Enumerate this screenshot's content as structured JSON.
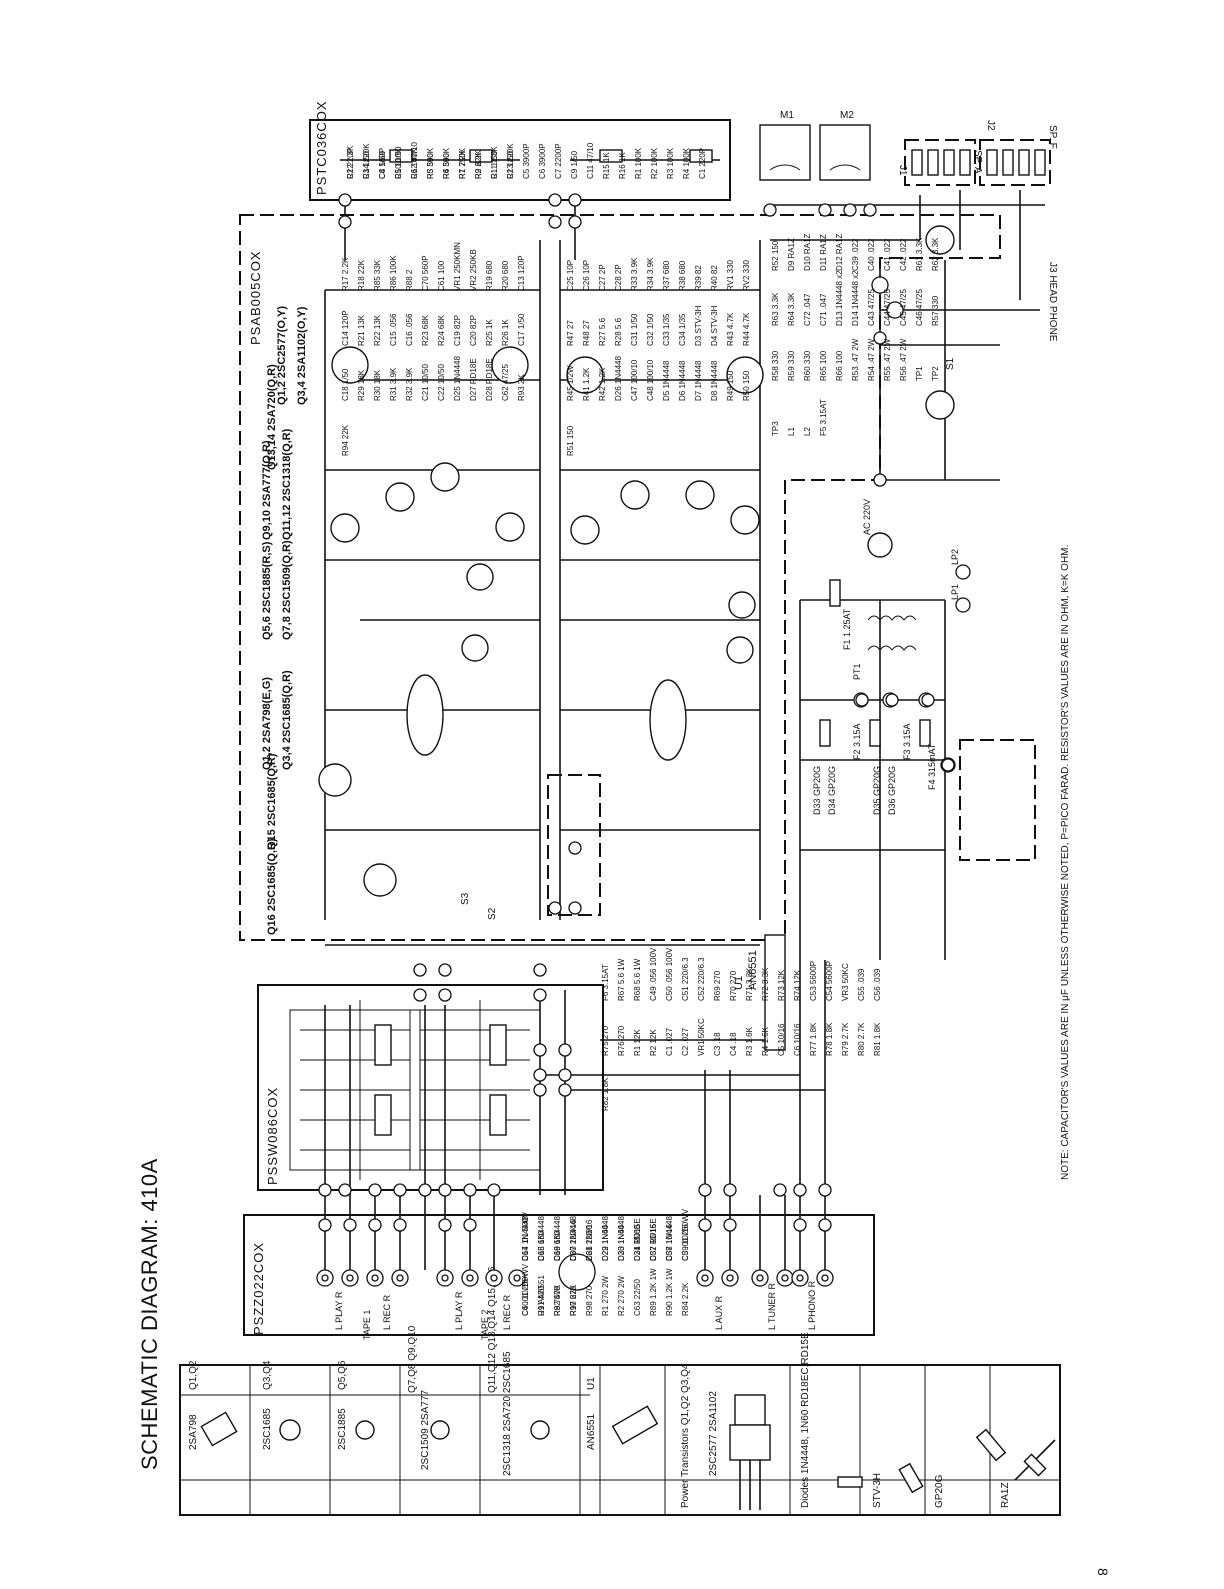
{
  "title": "SCHEMATIC DIAGRAM: 410A",
  "page_number": "8",
  "note": "NOTE: CAPACITOR'S VALUES ARE IN μF UNLESS OTHERWISE NOTED, P=PICO FARAD. RESISTOR'S VALUES ARE IN OHM, K=K OHM.",
  "blocks": {
    "input_board": "PSZZ022COX",
    "selector_board": "PSSW086COX",
    "amp_board": "PSAB005COX",
    "tone_board": "PSTC036COX"
  },
  "parts_legend": {
    "rows": [
      {
        "label": "Q1,Q2",
        "part": "2SA798"
      },
      {
        "label": "Q3,Q4",
        "part": "2SC1685"
      },
      {
        "label": "Q5,Q6",
        "part": "2SC1885"
      },
      {
        "label": "Q7,Q8 Q9,Q10",
        "part": "2SC1509 2SA777"
      },
      {
        "label": "Q11,Q12 Q13,Q14 Q15,Q16",
        "part": "2SC1318 2SA720 2SC1685"
      },
      {
        "label": "U1",
        "part": "AN6551"
      },
      {
        "label": "Power Transistors Q1,Q2 Q3,Q4",
        "part": "2SC2577 2SA1102"
      },
      {
        "label": "Diodes 1N4448, 1N60 RD18EC,RD15E",
        "part": ""
      },
      {
        "label": "STV-3H",
        "part": ""
      },
      {
        "label": "GP20G",
        "part": ""
      },
      {
        "label": "RA1Z",
        "part": ""
      }
    ]
  },
  "inputs": {
    "jacks": [
      "L PLAY R",
      "L REC R",
      "TAPE 1",
      "L PLAY R",
      "L REC R",
      "TAPE 2",
      "L AUX R",
      "L TUNER R",
      "L PHONO R"
    ]
  },
  "transistor_labels": {
    "q1_2": "Q1,2 2SA798(E,G)",
    "q3_4": "Q3,4 2SC1685(Q,R)",
    "q5_6": "Q5,6 2SC1885(R,S)",
    "q7_8": "Q7,8 2SC1509(Q,R)",
    "q9_10": "Q9,10 2SA777(Q,R)",
    "q11_12": "Q11,12 2SC1318(Q,R)",
    "q13_14": "Q13,14 2SA720(Q,R)",
    "q15": "Q15 2SC1685(Q,R)",
    "q16": "Q16 2SC1685(Q,R)",
    "power_q1_2": "Q1,2 2SC2577(O,Y)",
    "power_q3_4": "Q3,4 2SA1102(O,Y)"
  },
  "ic": {
    "label": "U1",
    "part": "AN6551"
  },
  "outputs": {
    "meters": [
      "M1",
      "M2"
    ],
    "speakers": [
      "J1",
      "SP. A",
      "J2",
      "SP. F"
    ],
    "headphone": "J3 HEAD PHONE",
    "switches": [
      "S1",
      "S2",
      "S3"
    ]
  },
  "power_supply": {
    "ac": "AC 220V",
    "transformer": "PT1",
    "fuse_main": "F1 1.25AT",
    "fuses": [
      "F2 3.15A",
      "F3 3.15A",
      "F4 315mAT"
    ],
    "lamps": [
      "LP1",
      "LP2"
    ],
    "rectifier_diodes": [
      "D33 GP20G",
      "D34 GP20G",
      "D35 GP20G",
      "D36 GP20G"
    ]
  },
  "component_labels": [
    "R17 2.2K",
    "R18 22K",
    "R85 33K",
    "R86 100K",
    "R88 2",
    "C70 560P",
    "C61 100",
    "VR1 250KMN",
    "VR2 250KB",
    "R19 680",
    "R20 680",
    "C13 120P",
    "C14 120P",
    "R21 13K",
    "R22 13K",
    "C15 .056",
    "C16 .056",
    "R23 68K",
    "R24 68K",
    "C19 82P",
    "C20 82P",
    "R25 1K",
    "R26 1K",
    "C17 1/50",
    "C18 1/50",
    "R29 18K",
    "R30 18K",
    "R31 3.9K",
    "R32 3.9K",
    "C21 10/50",
    "C22 10/50",
    "D25 1N4448",
    "D27 RD18E",
    "D28 RD18E",
    "C62 47/25",
    "R93 2K",
    "R94 22K",
    "C25 10P",
    "C26 10P",
    "C27 2P",
    "C28 2P",
    "R33 3.9K",
    "R34 3.9K",
    "R37 680",
    "R38 680",
    "R39 82",
    "R40 82",
    "RV1 330",
    "RV2 330",
    "R47 27",
    "R48 27",
    "R27 5.6",
    "R28 5.6",
    "C31 1/50",
    "C32 1/50",
    "C33 1/35",
    "C34 1/35",
    "D3 STV-3H",
    "D4 STV-3H",
    "R43 4.7K",
    "R44 4.7K",
    "R45 1/2W",
    "R41 1.2K",
    "R42 1.2K",
    "D26 1N4448",
    "C47 100/10",
    "C48 100/10",
    "D5 1N4448",
    "D6 1N4448",
    "D7 1N4448",
    "D8 1N4448",
    "R49 150",
    "R50 150",
    "R51 150",
    "R52 150",
    "D9 RA1Z",
    "D10 RA1Z",
    "D11 RA1Z",
    "D12 RA1Z",
    "C39 .022",
    "C40 .022",
    "C41 .022",
    "C42 .022",
    "R61 3.3K",
    "R62 3.3K",
    "R63 3.3K",
    "R64 3.3K",
    "C72 .047",
    "C71 .047",
    "D13 1N4448 x2",
    "D14 1N4448 x2",
    "C43 47/25",
    "C44 47/25",
    "C45 47/25",
    "C46 47/25",
    "R57 330",
    "R58 330",
    "R59 330",
    "R60 330",
    "R65 100",
    "R66 100",
    "R53 .47 2W",
    "R54 .47 2W",
    "R55 .47 2W",
    "R56 .47 2W",
    "TP1",
    "TP2",
    "TP3",
    "L1",
    "L2",
    "F5 3.15AT",
    "F6 3.15AT",
    "R67 5.6 1W",
    "R68 5.6 1W",
    "C49 .056 100V",
    "C50 .056 100V",
    "C51 220/6.3",
    "C52 220/6.3",
    "R69 270",
    "R70 270",
    "R71 3.3K",
    "R72 3.3K",
    "R73 12K",
    "R74 12K",
    "C53 5600P",
    "C54 5600P",
    "VR3 50KC",
    "C55 .039",
    "C56 .039",
    "R75 270",
    "R76 270",
    "R1 12K",
    "R2 12K",
    "C1 .027",
    "C2 .027",
    "VR1 50KC",
    "C3 .18",
    "C4 .18",
    "R3 1.6K",
    "R4 1.6K",
    "C5 10/16",
    "C6 10/16",
    "R77 1.8K",
    "R78 1.8K",
    "R79 2.7K",
    "R80 2.7K",
    "R81 1.8K",
    "R82 1.8K",
    "D17 1N4448",
    "D18 1N4448",
    "D19 1N4448",
    "D20 1N4448",
    "D21 1N60",
    "D22 1N60",
    "D23 1N60",
    "D24 1N60",
    "C57 10/16",
    "C58 10/16",
    "C59 10/16",
    "C60 10/16",
    "R91 470",
    "R92 470",
    "R97 270",
    "R98 270",
    "R1 270 2W",
    "R2 270 2W",
    "C63 22/50",
    "R89 1.2K 1W",
    "R90 1.2K 1W",
    "R84 2.2K",
    "C64 .01 500V",
    "C65 680",
    "C66 680",
    "C67 220/16",
    "C68 220/16",
    "D29 1N4448",
    "D30 1N4448",
    "D31 RD15E",
    "D32 RD15E",
    "D37 1N4448",
    "C3 .01 250WV",
    "C4 .01 250WV",
    "U1 AN6551",
    "R8 750K",
    "R10 62K",
    "R12 1.3K",
    "R14 220K",
    "C8 560P",
    "C10 1/50",
    "C12 47/10",
    "R5 560",
    "R6 560",
    "R7 750K",
    "R9 62K",
    "R11 1.3K",
    "R13 220K",
    "C5 3900P",
    "C6 3900P",
    "C7 2200P",
    "C9 1/50",
    "C11 47/10",
    "R15 1K",
    "R16 1K",
    "R1 100K",
    "R2 100K",
    "R3 100K",
    "R4 100K",
    "C1 220P",
    "C2 220P",
    "C3 1/50",
    "C4 1/50",
    "R5 100K",
    "R6 100K",
    "R3 390K",
    "R4 390K",
    "R1 2.2K",
    "R2 2.2K",
    "C1 1/50",
    "C2 1/50"
  ]
}
